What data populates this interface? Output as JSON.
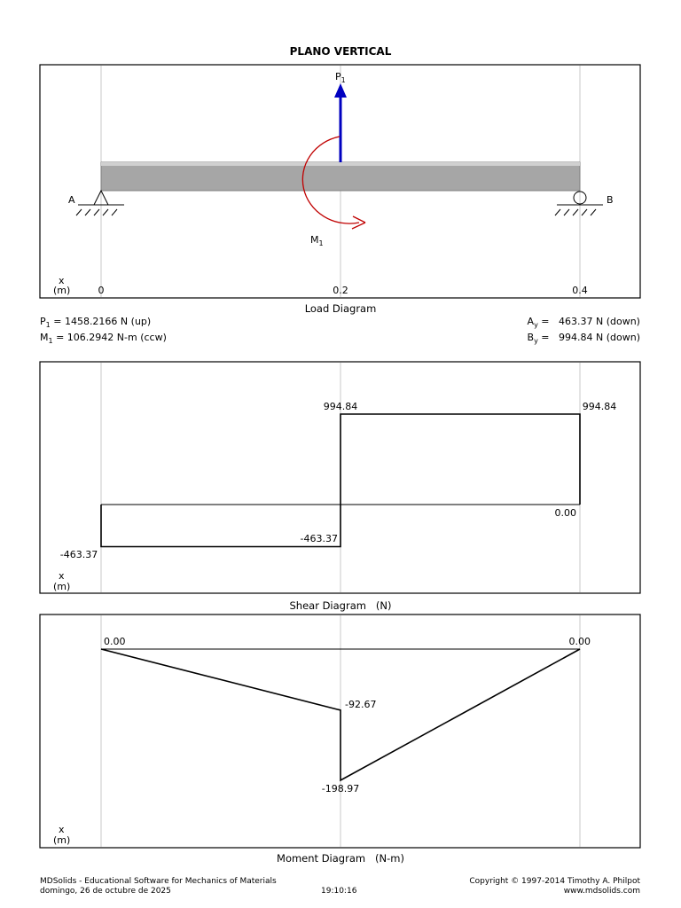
{
  "title": "PLANO VERTICAL",
  "load": {
    "caption": "Load Diagram",
    "support_a": "A",
    "support_b": "B",
    "x_label": "x",
    "x_unit": "(m)",
    "x_ticks": [
      "0",
      "0.2",
      "0.4"
    ],
    "force_label": "P",
    "force_sub": "1",
    "moment_label": "M",
    "moment_sub": "1",
    "beam_color": "#a6a6a6",
    "force_color": "#0000c0",
    "moment_color": "#c00000"
  },
  "results": {
    "p1_name": "P",
    "p1_sub": "1",
    "p1_text": " = 1458.2166 N (up)",
    "m1_name": "M",
    "m1_sub": "1",
    "m1_text": " = 106.2942 N-m (ccw)",
    "ay_name": "A",
    "ay_sub": "y",
    "ay_text": " =   463.37 N (down)",
    "by_name": "B",
    "by_sub": "y",
    "by_text": " =   994.84 N (down)"
  },
  "shear": {
    "caption": "Shear Diagram   (N)",
    "x_label": "x",
    "x_unit": "(m)",
    "labels": [
      "994.84",
      "994.84",
      "0.00",
      "-463.37",
      "-463.37"
    ]
  },
  "moment": {
    "caption": "Moment Diagram   (N-m)",
    "x_label": "x",
    "x_unit": "(m)",
    "labels": [
      "0.00",
      "0.00",
      "-92.67",
      "-198.97"
    ]
  },
  "chart_data": [
    {
      "type": "line",
      "title": "Shear Diagram",
      "ylabel": "(N)",
      "xlabel": "x (m)",
      "x": [
        0,
        0,
        0.2,
        0.2,
        0.4,
        0.4
      ],
      "series": [
        {
          "values": [
            0,
            -463.37,
            -463.37,
            994.84,
            994.84,
            0
          ]
        }
      ]
    },
    {
      "type": "line",
      "title": "Moment Diagram",
      "ylabel": "(N-m)",
      "xlabel": "x (m)",
      "x": [
        0,
        0.2,
        0.2,
        0.4
      ],
      "series": [
        {
          "values": [
            0,
            -92.67,
            -198.97,
            0
          ]
        }
      ]
    }
  ],
  "footer": {
    "left_line1": "MDSolids - Educational Software for Mechanics of Materials",
    "left_line2": "domingo, 26 de octubre de 2025",
    "time": "19:10:16",
    "right_line1": "Copyright © 1997-2014 Timothy A. Philpot",
    "right_line2": "www.mdsolids.com"
  }
}
